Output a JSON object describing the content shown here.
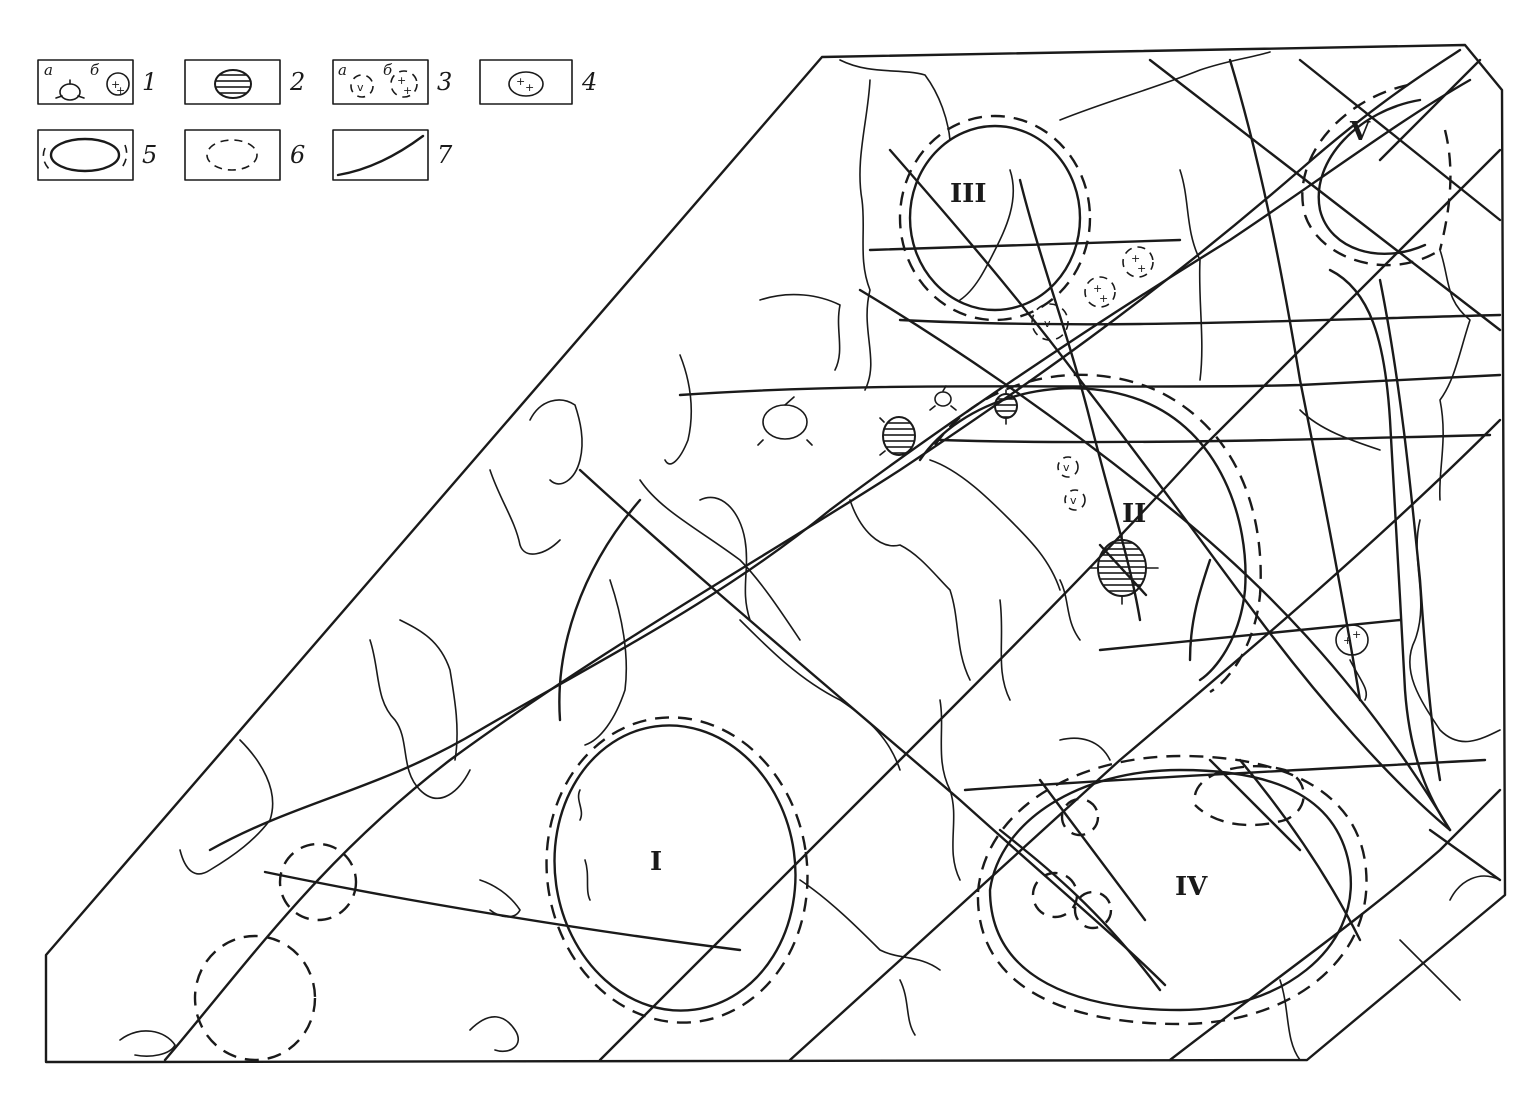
{
  "legend": {
    "items": [
      {
        "num": "1",
        "sub_a": "а",
        "sub_b": "б"
      },
      {
        "num": "2"
      },
      {
        "num": "3",
        "sub_a": "а",
        "sub_b": "б"
      },
      {
        "num": "4"
      },
      {
        "num": "5"
      },
      {
        "num": "6"
      },
      {
        "num": "7"
      }
    ]
  },
  "structures": [
    {
      "label": "I"
    },
    {
      "label": "II"
    },
    {
      "label": "III"
    },
    {
      "label": "IV"
    },
    {
      "label": "V"
    }
  ],
  "symbols": {
    "plus": "+",
    "v": "v"
  },
  "colors": {
    "ink": "#1a1a1a",
    "paper": "#ffffff"
  }
}
